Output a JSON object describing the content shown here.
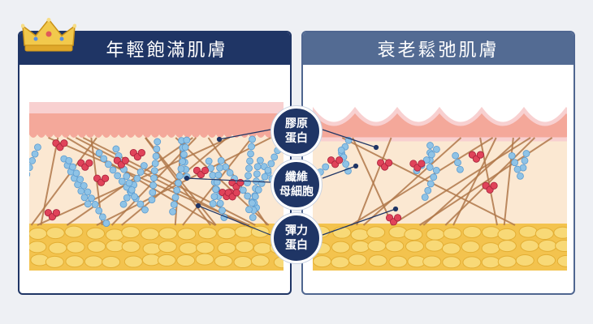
{
  "panels": {
    "young": {
      "title": "年輕飽滿肌膚"
    },
    "aged": {
      "title": "衰老鬆弛肌膚"
    }
  },
  "labels": {
    "collagen": {
      "line1": "膠原",
      "line2": "蛋白"
    },
    "fibroblast": {
      "line1": "纖維",
      "line2": "母細胞"
    },
    "elastin": {
      "line1": "彈力",
      "line2": "蛋白"
    }
  },
  "colors": {
    "navy": "#1f3565",
    "slate": "#536b93",
    "epidermis": "#f4a89a",
    "dermis": "#fbe8d2",
    "fat": "#f3c34e",
    "fiber": "#b0784a",
    "blue_cell": "#8fc3e6",
    "red_cell": "#e0435a",
    "crown": "#f2c94c"
  },
  "icons": {
    "crown": "crown-icon"
  }
}
